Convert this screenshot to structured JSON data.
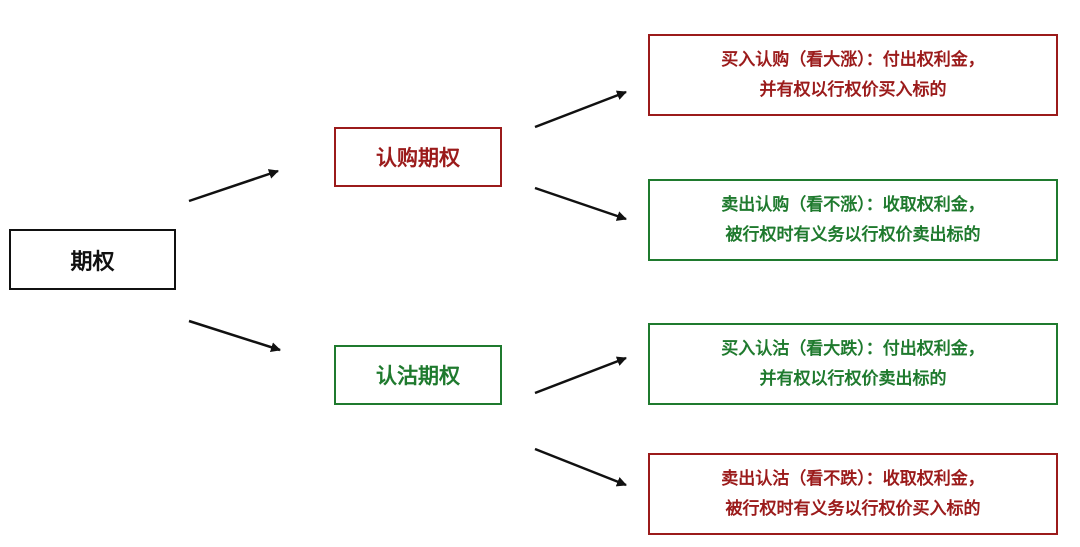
{
  "colors": {
    "red": "#9b1b1b",
    "green": "#1f7a2e",
    "black": "#111111"
  },
  "root": {
    "label": "期权"
  },
  "call": {
    "label": "认购期权",
    "buy": {
      "line1": "买入认购（看大涨）：付出权利金，",
      "line2": "并有权以行权价买入标的"
    },
    "sell": {
      "line1": "卖出认购（看不涨）：收取权利金，",
      "line2": "被行权时有义务以行权价卖出标的"
    }
  },
  "put": {
    "label": "认沽期权",
    "buy": {
      "line1": "买入认沽（看大跌）：付出权利金，",
      "line2": "并有权以行权价卖出标的"
    },
    "sell": {
      "line1": "卖出认沽（看不跌）：收取权利金，",
      "line2": "被行权时有义务以行权价买入标的"
    }
  }
}
